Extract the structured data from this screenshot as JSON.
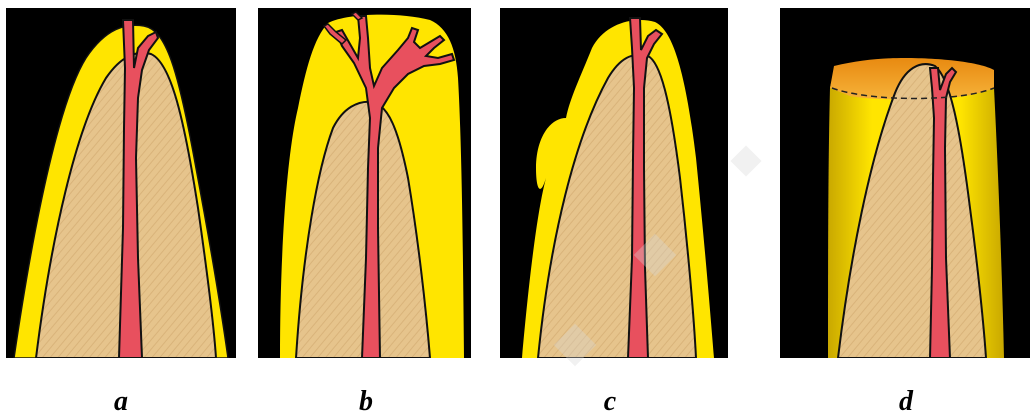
{
  "figure": {
    "panels": [
      {
        "id": "a",
        "label": "a"
      },
      {
        "id": "b",
        "label": "b"
      },
      {
        "id": "c",
        "label": "c"
      },
      {
        "id": "d",
        "label": "d"
      }
    ]
  },
  "colors": {
    "background": "#000000",
    "enamel": "#FFE500",
    "dentin": "#E8C98E",
    "pulp": "#E8505E",
    "attrition": "#F09A1E"
  }
}
